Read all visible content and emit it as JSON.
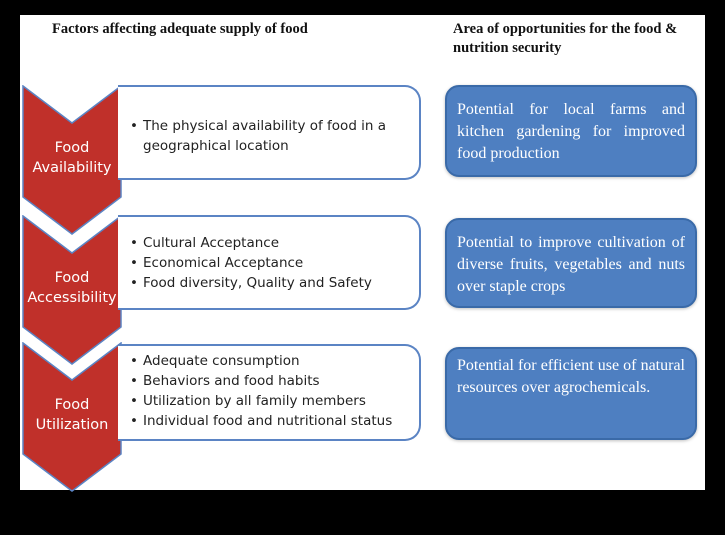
{
  "headers": {
    "left": "Factors affecting adequate supply of food",
    "right": "Area of opportunities for the food & nutrition security"
  },
  "colors": {
    "chevron_red": "#c0302a",
    "box_border_blue": "#5b84c4",
    "opportunity_blue": "#4e7fc1"
  },
  "rows": [
    {
      "label_line1": "Food",
      "label_line2": "Availability",
      "factors": [
        "The physical availability of food in a geographical location"
      ],
      "opportunity": "Potential for local farms and kitchen gardening for improved food production"
    },
    {
      "label_line1": "Food",
      "label_line2": "Accessibility",
      "factors": [
        "Cultural  Acceptance",
        "Economical Acceptance",
        "Food diversity, Quality and Safety"
      ],
      "opportunity": "Potential to improve cultivation of diverse fruits, vegetables and nuts over staple crops"
    },
    {
      "label_line1": "Food",
      "label_line2": "Utilization",
      "factors": [
        "Adequate consumption",
        "Behaviors and food habits",
        "Utilization by all family members",
        "Individual food and nutritional status"
      ],
      "opportunity": "Potential for efficient use of natural resources over agrochemicals."
    }
  ]
}
